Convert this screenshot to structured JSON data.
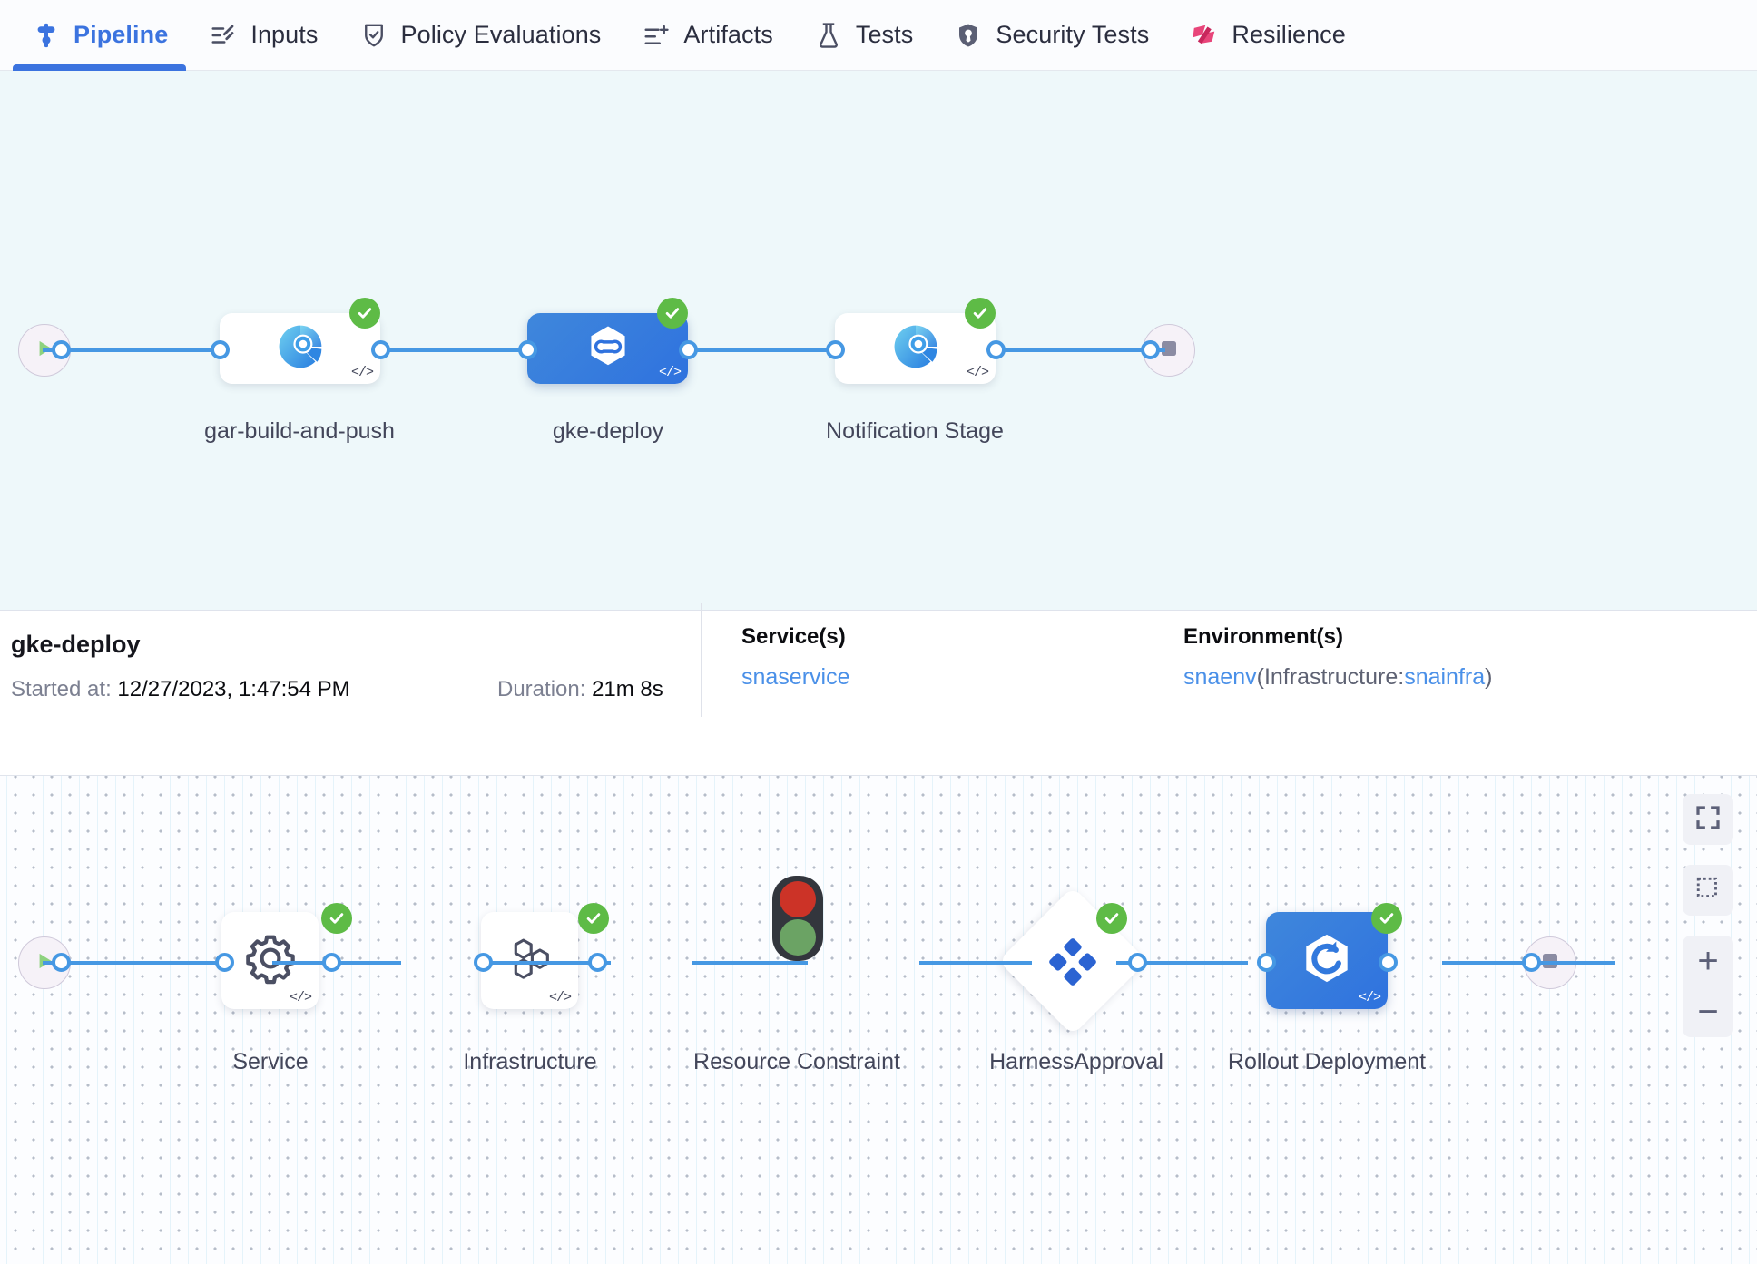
{
  "tabs": [
    {
      "id": "pipeline",
      "label": "Pipeline",
      "icon": "pipeline-icon",
      "active": true
    },
    {
      "id": "inputs",
      "label": "Inputs",
      "icon": "inputs-icon",
      "active": false
    },
    {
      "id": "policy-evaluations",
      "label": "Policy Evaluations",
      "icon": "policy-shield-icon",
      "active": false
    },
    {
      "id": "artifacts",
      "label": "Artifacts",
      "icon": "artifacts-icon",
      "active": false
    },
    {
      "id": "tests",
      "label": "Tests",
      "icon": "flask-icon",
      "active": false
    },
    {
      "id": "security-tests",
      "label": "Security Tests",
      "icon": "security-shield-icon",
      "active": false
    },
    {
      "id": "resilience",
      "label": "Resilience",
      "icon": "resilience-icon",
      "active": false
    }
  ],
  "pipeline_graph": {
    "start_node": {
      "icon": "play-icon"
    },
    "end_node": {
      "icon": "stop-icon"
    },
    "stages": [
      {
        "id": "gar-build-and-push",
        "label": "gar-build-and-push",
        "icon": "build-stage-icon",
        "status": "success",
        "selected": false,
        "has_code_badge": true
      },
      {
        "id": "gke-deploy",
        "label": "gke-deploy",
        "icon": "deploy-stage-icon",
        "status": "success",
        "selected": true,
        "has_code_badge": true
      },
      {
        "id": "notification-stage",
        "label": "Notification Stage",
        "icon": "build-stage-icon",
        "status": "success",
        "selected": false,
        "has_code_badge": true
      }
    ]
  },
  "detail": {
    "title": "gke-deploy",
    "started_label": "Started at:",
    "started_value": "12/27/2023, 1:47:54 PM",
    "duration_label": "Duration:",
    "duration_value": "21m 8s",
    "services_heading": "Service(s)",
    "services_value": "snaservice",
    "environments_heading": "Environment(s)",
    "environment_name": "snaenv",
    "environment_infra_prefix": "(Infrastructure:",
    "environment_infra_name": "snainfra",
    "environment_infra_suffix": ")"
  },
  "execution_graph": {
    "start_node": {
      "icon": "play-icon"
    },
    "end_node": {
      "icon": "stop-icon"
    },
    "steps": [
      {
        "id": "service",
        "label": "Service",
        "icon": "gear-icon",
        "shape": "card",
        "status": "success",
        "selected": false,
        "has_code_badge": true
      },
      {
        "id": "infrastructure",
        "label": "Infrastructure",
        "icon": "hexagons-icon",
        "shape": "card",
        "status": "success",
        "selected": false,
        "has_code_badge": true
      },
      {
        "id": "resource-constraint",
        "label": "Resource Constraint",
        "icon": "traffic-light-icon",
        "shape": "bare",
        "status": "none",
        "selected": false,
        "has_code_badge": false
      },
      {
        "id": "harness-approval",
        "label": "HarnessApproval",
        "icon": "approval-diamond-icon",
        "shape": "diamond",
        "status": "success",
        "selected": false,
        "has_code_badge": false
      },
      {
        "id": "rollout-deployment",
        "label": "Rollout Deployment",
        "icon": "rollout-icon",
        "shape": "card",
        "status": "success",
        "selected": true,
        "has_code_badge": true
      }
    ],
    "controls": [
      {
        "id": "fit-to-screen",
        "icon": "fit-screen-icon",
        "symbol": ""
      },
      {
        "id": "selection-box",
        "icon": "selection-box-icon",
        "symbol": ""
      },
      {
        "id": "zoom-in",
        "icon": "plus-icon",
        "symbol": "+"
      },
      {
        "id": "zoom-out",
        "icon": "minus-icon",
        "symbol": "−"
      }
    ]
  },
  "colors": {
    "accent_blue": "#3b73df",
    "edge_blue": "#4698e3",
    "success_green": "#5ebb46",
    "link_blue": "#4a90e8",
    "canvas_mint": "#eef8fa",
    "resilience_pink": "#e8457a"
  }
}
